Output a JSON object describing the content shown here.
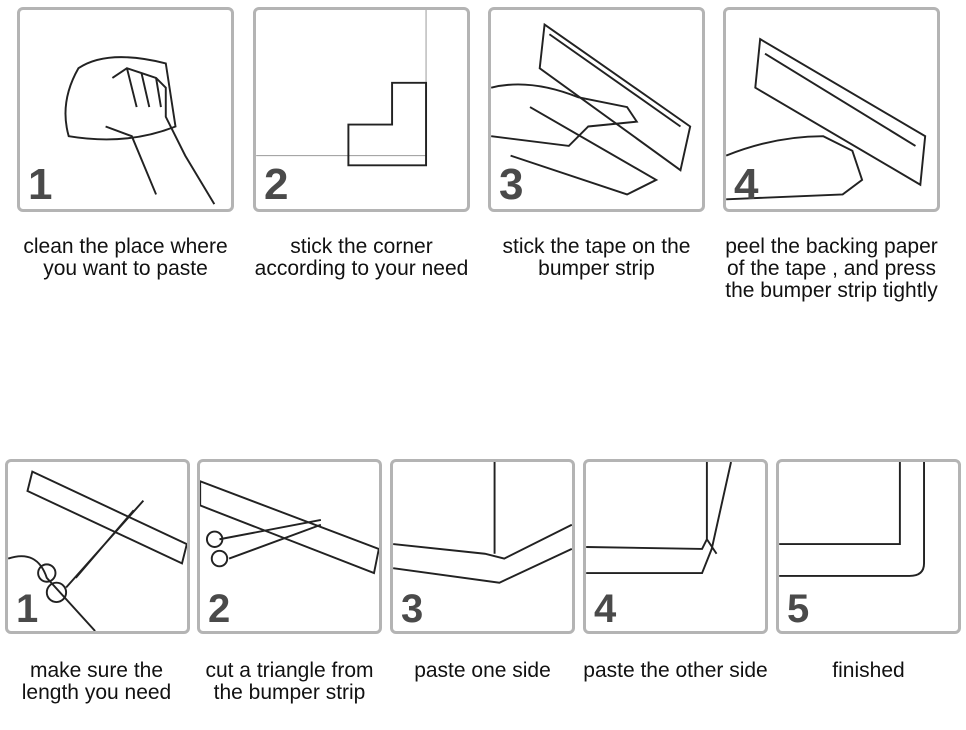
{
  "top_steps": [
    {
      "number": "1",
      "caption": "clean the place where you want to paste"
    },
    {
      "number": "2",
      "caption": "stick the corner according to your need"
    },
    {
      "number": "3",
      "caption": "stick the tape on the bumper strip"
    },
    {
      "number": "4",
      "caption": "peel the backing paper of the tape , and press the bumper strip tightly"
    }
  ],
  "bottom_steps": [
    {
      "number": "1",
      "caption": "make sure the length you need"
    },
    {
      "number": "2",
      "caption": "cut a triangle from the bumper strip"
    },
    {
      "number": "3",
      "caption": "paste one side"
    },
    {
      "number": "4",
      "caption": "paste the other side"
    },
    {
      "number": "5",
      "caption": "finished"
    }
  ]
}
